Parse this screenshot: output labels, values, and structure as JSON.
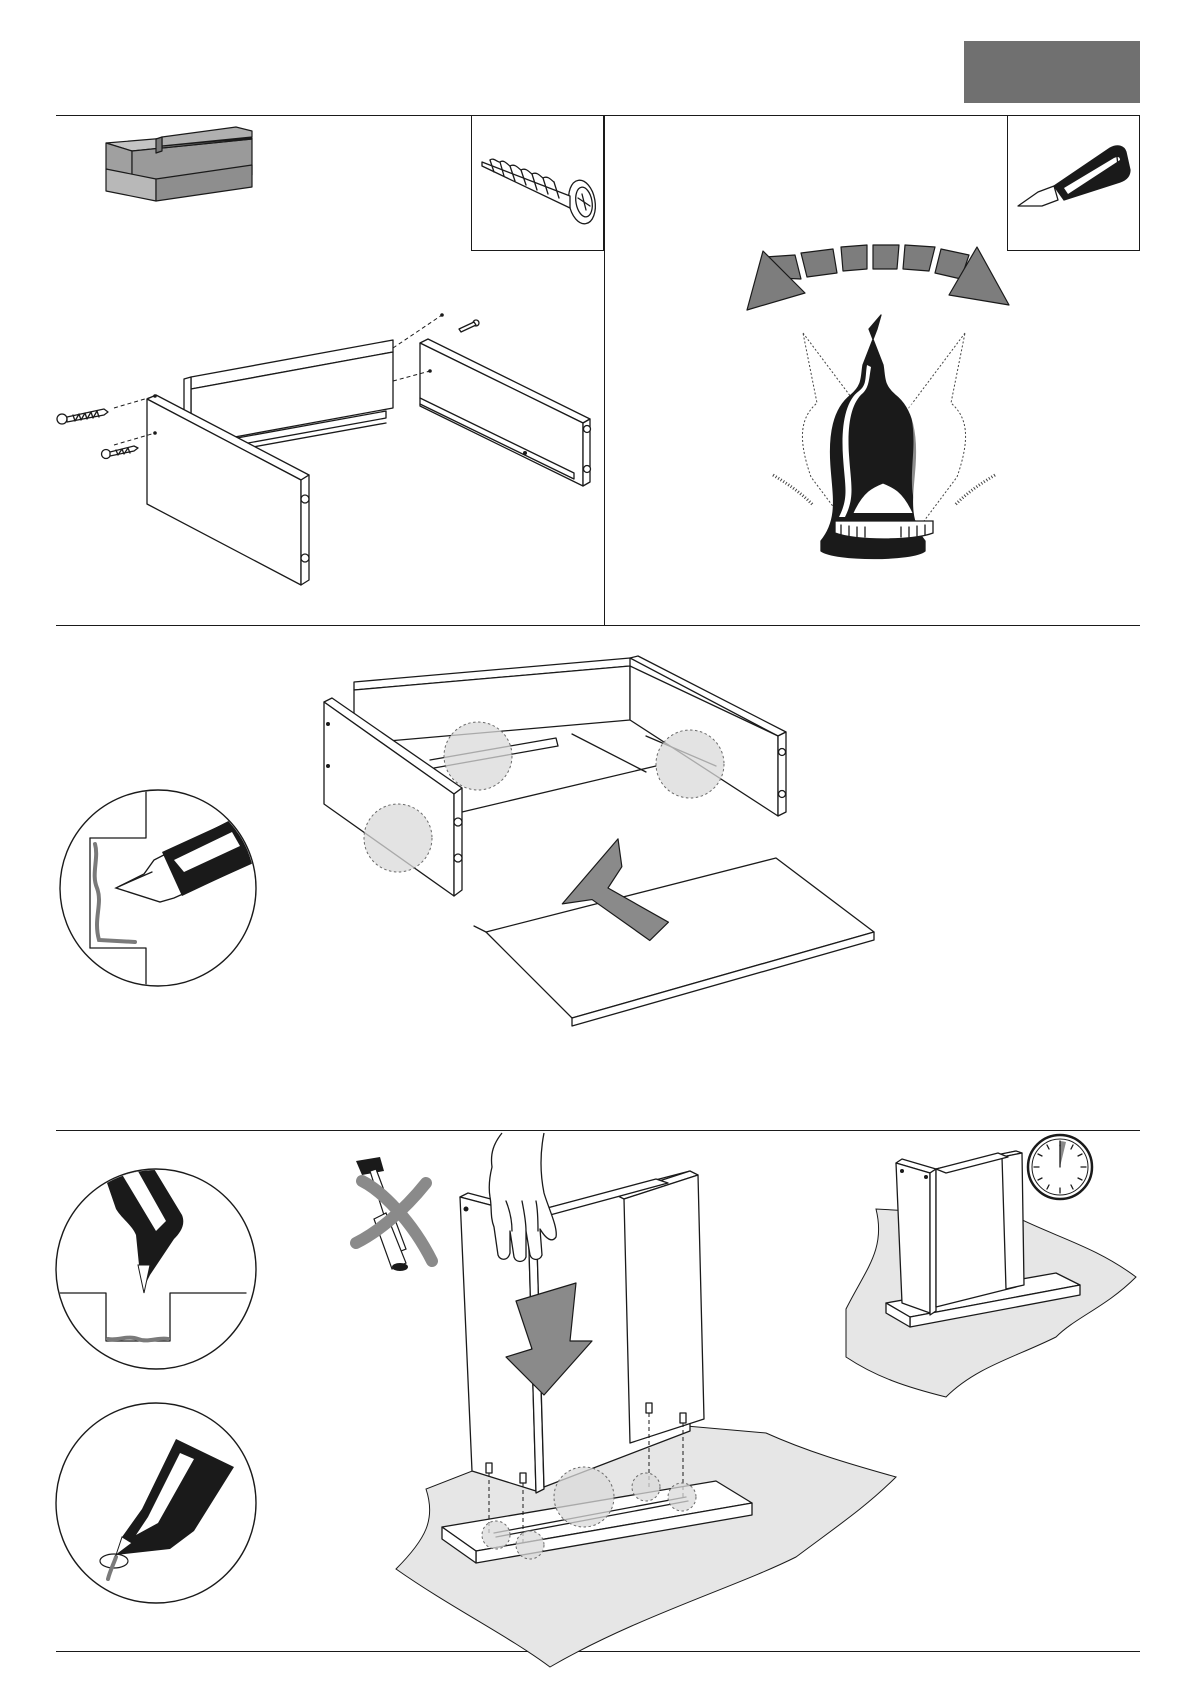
{
  "page": {
    "tab_badge_color": "#707070",
    "line_color": "#1a1a1a",
    "highlight_color": "#d9d9d9",
    "arrow_color": "#8a8a8a",
    "footer_mark": ""
  },
  "steps": [
    {
      "id": "drawer-frame",
      "illustrations": [
        "drawer-thumbnail",
        "screw-icon",
        "drawer-side-panels-with-screws"
      ]
    },
    {
      "id": "shake-glue",
      "illustrations": [
        "glue-tube-icon",
        "shake-arrow",
        "glue-tube-shaking"
      ]
    },
    {
      "id": "slide-bottom-panel",
      "illustrations": [
        "glue-in-groove-detail",
        "drawer-frame-with-bottom",
        "push-arrow"
      ]
    },
    {
      "id": "press-frame-onto-base",
      "illustrations": [
        "glue-in-channel-detail",
        "glue-in-hole-detail",
        "no-hammer-icon",
        "hand-pressing",
        "down-arrow",
        "clock-icon",
        "assembled-drawer-drying"
      ]
    }
  ]
}
